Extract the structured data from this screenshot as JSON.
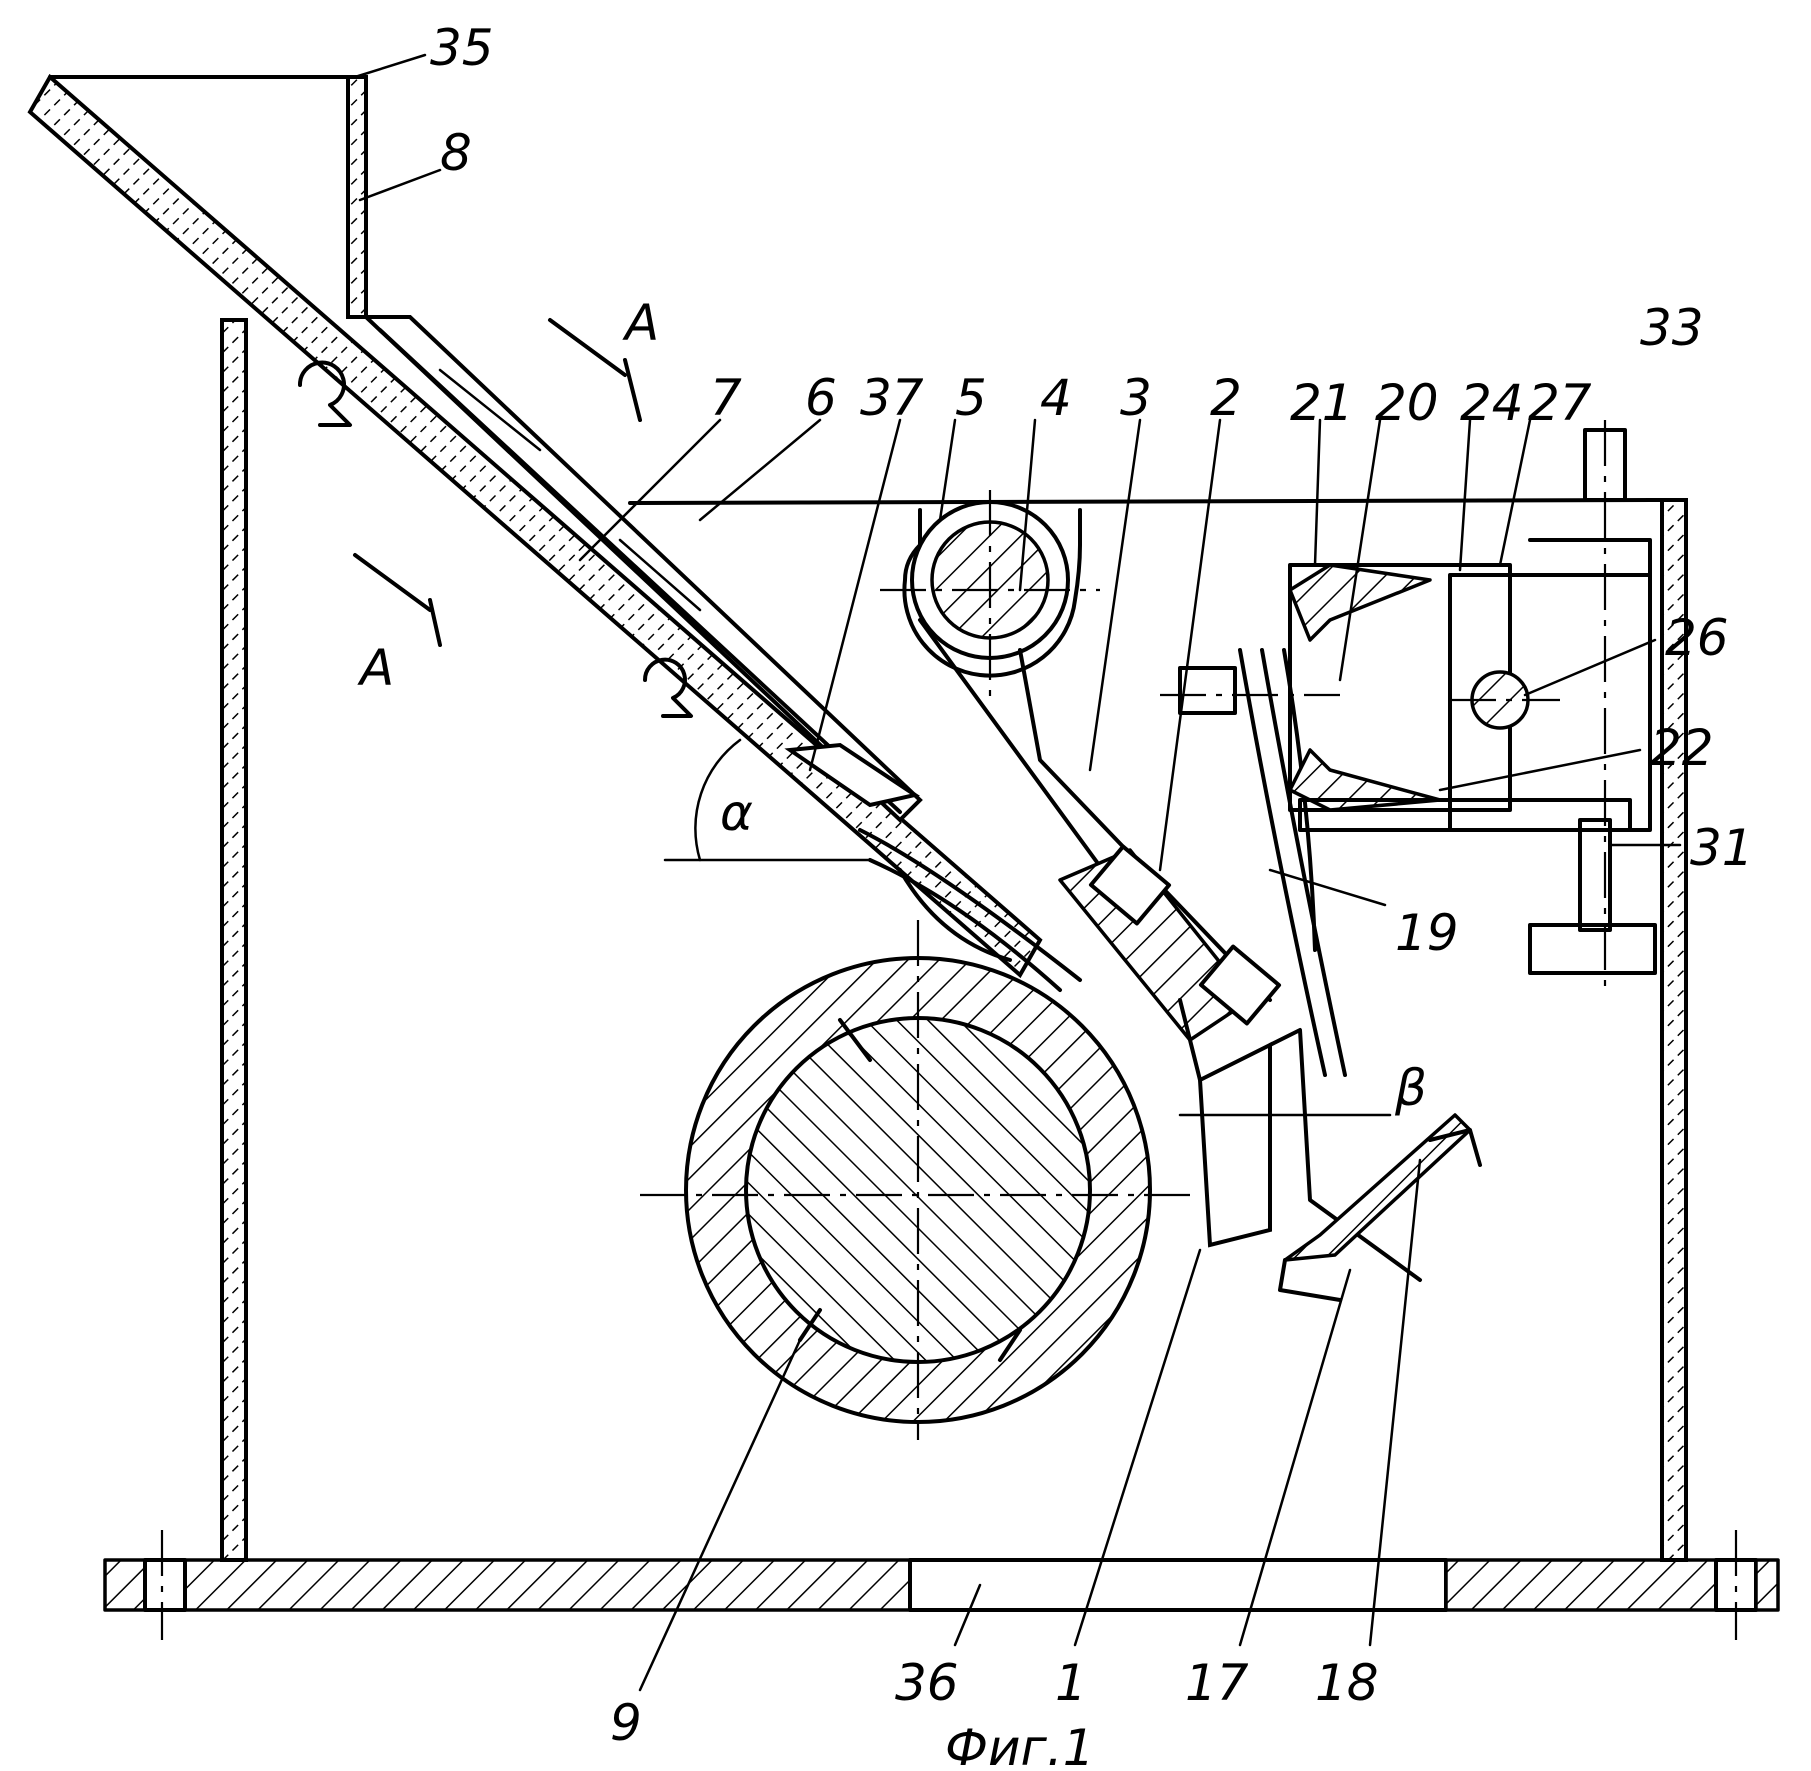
{
  "figure": {
    "caption": "Фиг.1",
    "section_mark": "А",
    "angle_alpha": "α",
    "angle_beta": "β"
  },
  "labels": {
    "l35": "35",
    "l8": "8",
    "l33": "33",
    "l7": "7",
    "l6": "6",
    "l37": "37",
    "l5": "5",
    "l4": "4",
    "l3": "3",
    "l2": "2",
    "l21": "21",
    "l20": "20",
    "l24": "24",
    "l27": "27",
    "l26": "26",
    "l22": "22",
    "l31": "31",
    "l19": "19",
    "l9": "9",
    "l36": "36",
    "l1": "1",
    "l17": "17",
    "l18": "18"
  }
}
